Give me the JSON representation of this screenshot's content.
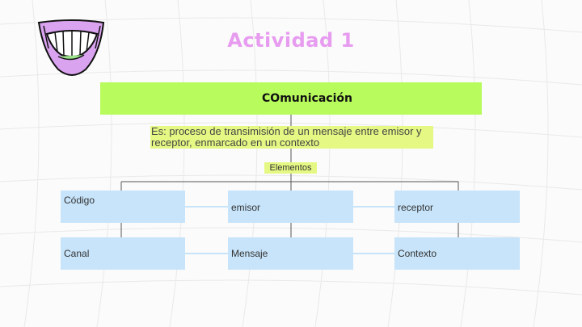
{
  "title": "Actividad 1",
  "diagram": {
    "root": "COmunicación",
    "definition": "Es: proceso de transimisión de un mensaje entre emisor y receptor, enmarcado en un contexto",
    "elements_label": "Elementos",
    "nodes": [
      "Código",
      "emisor",
      "receptor",
      "Canal",
      "Mensaje",
      "Contexto"
    ]
  },
  "colors": {
    "title": "#e79cf0",
    "root_box": "#b8fb5c",
    "definition_box": "#e6f884",
    "node_box": "#c7e4fa"
  },
  "icons": [
    "mouth-teeth-icon"
  ]
}
